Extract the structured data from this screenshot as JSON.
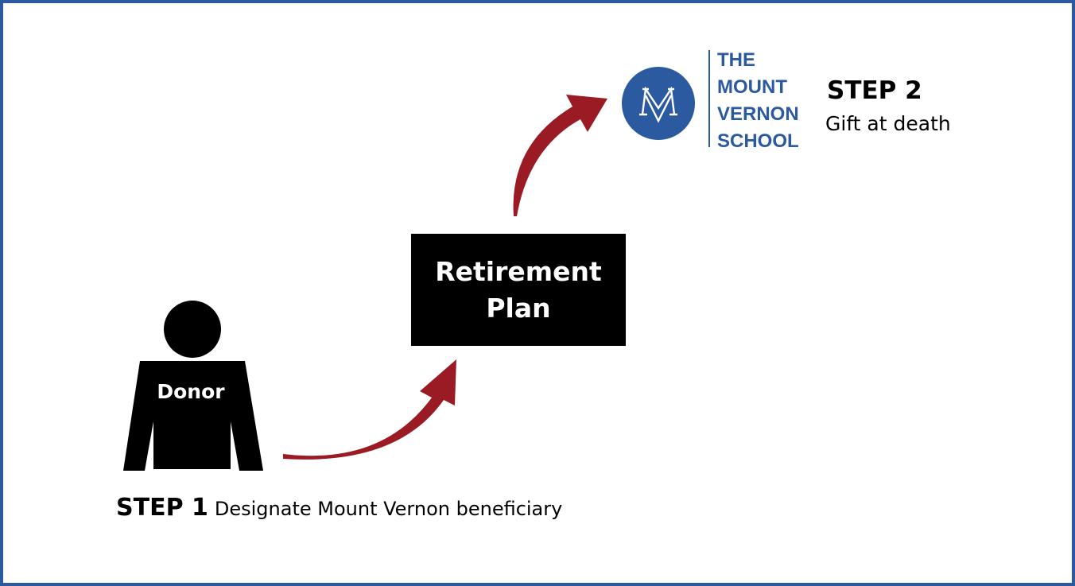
{
  "colors": {
    "border": "#2b5aa0",
    "arrow": "#9b1b24",
    "brand_blue": "#2b5aa0",
    "box": "#000000"
  },
  "donor": {
    "label": "Donor"
  },
  "plan": {
    "line1": "Retirement",
    "line2": "Plan"
  },
  "logo": {
    "monogram": "MV",
    "lines": [
      "THE",
      "MOUNT",
      "VERNON",
      "SCHOOL"
    ]
  },
  "step1": {
    "title": "STEP 1",
    "description": "Designate Mount Vernon beneficiary"
  },
  "step2": {
    "title": "STEP 2",
    "description": "Gift at death"
  }
}
